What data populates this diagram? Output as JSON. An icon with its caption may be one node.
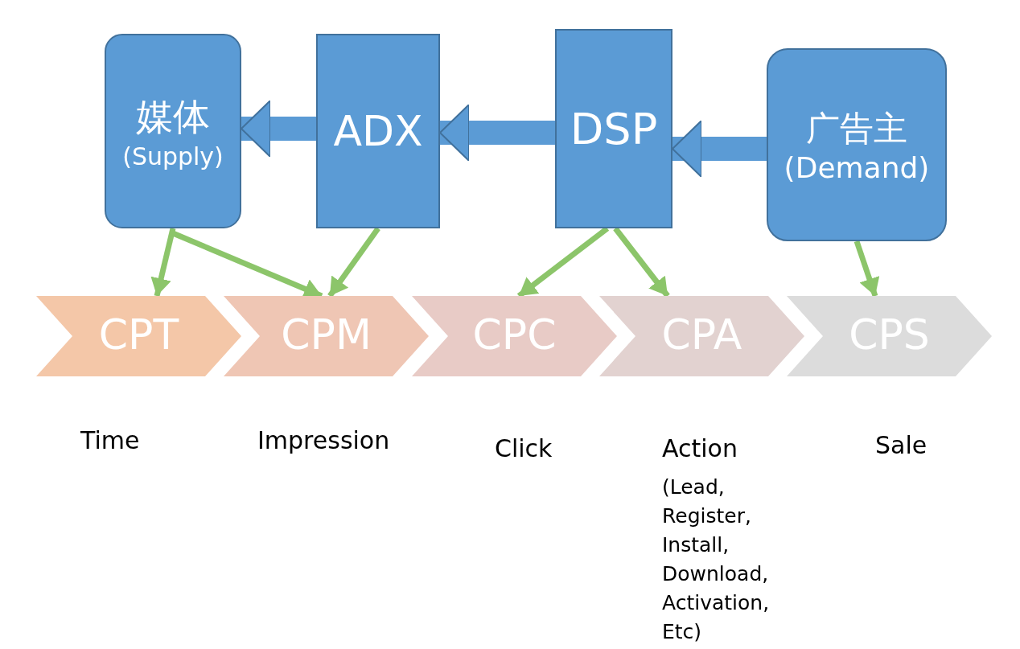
{
  "diagram": {
    "nodes": [
      {
        "text": [
          "媒体",
          "(Supply)"
        ]
      },
      {
        "text": [
          "ADX"
        ]
      },
      {
        "text": [
          "DSP"
        ]
      },
      {
        "text": [
          "广告主",
          "(Demand)"
        ]
      },
      {
        "text": [
          "CPT"
        ],
        "beside": [
          "Time"
        ]
      },
      {
        "text": [
          "CPM"
        ],
        "beside": [
          "Impression"
        ]
      },
      {
        "text": [
          "CPC"
        ],
        "beside": [
          "Click"
        ]
      },
      {
        "text": [
          "CPA"
        ],
        "beside": [
          "Action",
          "(Lead, Register, Install, Download, Activation, Etc)"
        ]
      },
      {
        "text": [
          "CPS"
        ],
        "beside": [
          "Sale"
        ]
      }
    ],
    "edges": [
      {
        "from": 1,
        "to": 0,
        "arrow": "to",
        "style": "thick",
        "color": "#5b9bd5"
      },
      {
        "from": 2,
        "to": 1,
        "arrow": "to",
        "style": "thick",
        "color": "#5b9bd5"
      },
      {
        "from": 3,
        "to": 2,
        "arrow": "to",
        "style": "thick",
        "color": "#5b9bd5"
      },
      {
        "from": 0,
        "to": 4,
        "arrow": "to"
      },
      {
        "from": 0,
        "to": 5,
        "arrow": "to"
      },
      {
        "from": 1,
        "to": 5,
        "arrow": "to"
      },
      {
        "from": 2,
        "to": 6,
        "arrow": "to"
      },
      {
        "from": 2,
        "to": 7,
        "arrow": "to"
      },
      {
        "from": 3,
        "to": 8,
        "arrow": "to"
      }
    ]
  }
}
